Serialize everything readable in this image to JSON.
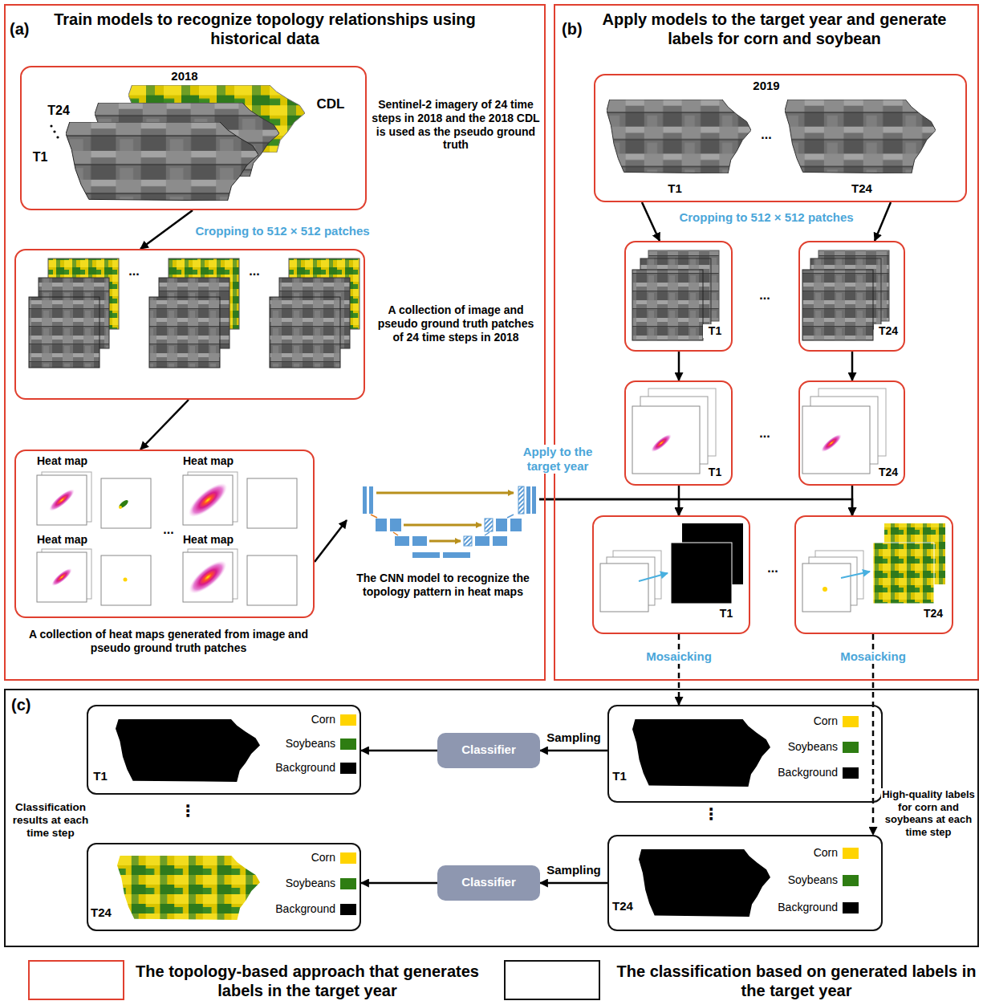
{
  "diagram": {
    "nodes": [
      {
        "text": [
          "(a)",
          "Train models to recognize topology relationships using historical data"
        ]
      },
      {
        "text": [
          "2018",
          "CDL",
          "T24",
          "T1"
        ],
        "in": 0
      },
      {
        "text": [
          "...",
          "..."
        ],
        "in": 0
      },
      {
        "text": [
          "Heat map",
          "Heat map",
          "Heat map",
          "Heat map",
          "..."
        ],
        "in": 0
      },
      {
        "text": [
          "The CNN model to recognize the topology pattern in heat maps"
        ],
        "in": 0
      },
      {
        "text": [
          "(b)",
          "Apply models to the target year and generate labels for corn and soybean"
        ]
      },
      {
        "text": [
          "2019",
          "...",
          "T1",
          "T24"
        ],
        "in": 5
      },
      {
        "text": [
          "T1"
        ],
        "in": 5
      },
      {
        "text": [
          "T24"
        ],
        "in": 5
      },
      {
        "text": [
          "T1"
        ],
        "in": 5
      },
      {
        "text": [
          "T24"
        ],
        "in": 5
      },
      {
        "text": [
          "T1"
        ],
        "in": 5
      },
      {
        "text": [
          "T24"
        ],
        "in": 5
      },
      {
        "text": [
          "(c)"
        ]
      },
      {
        "text": [
          "T1"
        ],
        "in": 13
      },
      {
        "text": [
          "Classifier"
        ],
        "in": 13
      },
      {
        "text": [
          "T1"
        ],
        "in": 13
      },
      {
        "text": [
          "T24"
        ],
        "in": 13
      },
      {
        "text": [
          "Classifier"
        ],
        "in": 13
      },
      {
        "text": [
          "T24"
        ],
        "in": 13
      }
    ],
    "edges": [
      {
        "from": 1,
        "to": 2,
        "arrow": "to"
      },
      {
        "from": 2,
        "to": 3,
        "arrow": "to"
      },
      {
        "from": 3,
        "to": 4,
        "arrow": "to"
      },
      {
        "from": 4,
        "to": 11,
        "arrow": "to",
        "label": "Apply to the target year"
      },
      {
        "from": 4,
        "to": 12,
        "arrow": "to"
      },
      {
        "from": 6,
        "to": 7,
        "arrow": "to"
      },
      {
        "from": 6,
        "to": 8,
        "arrow": "to"
      },
      {
        "from": 7,
        "to": 9,
        "arrow": "to"
      },
      {
        "from": 8,
        "to": 10,
        "arrow": "to"
      },
      {
        "from": 9,
        "to": 11,
        "arrow": "to"
      },
      {
        "from": 10,
        "to": 12,
        "arrow": "to"
      },
      {
        "from": 11,
        "to": 16,
        "arrow": "to",
        "label": "Mosaicking"
      },
      {
        "from": 12,
        "to": 19,
        "arrow": "to",
        "label": "Mosaicking"
      },
      {
        "from": 16,
        "to": 15,
        "arrow": "to",
        "label": "Sampling"
      },
      {
        "from": 15,
        "to": 14,
        "arrow": "to"
      },
      {
        "from": 19,
        "to": 18,
        "arrow": "to",
        "label": "Sampling"
      },
      {
        "from": 18,
        "to": 17,
        "arrow": "to"
      }
    ],
    "labels": [
      "Sentinel-2 imagery of 24 time steps in 2018 and the 2018 CDL is used as the pseudo ground truth",
      "Cropping to 512 × 512 patches",
      "A collection of image and pseudo ground truth patches of 24 time steps in 2018",
      "A collection of heat maps generated from image and pseudo ground truth patches",
      "Cropping to 512 × 512 patches",
      "...",
      "...",
      "...",
      "⋮",
      "⋮",
      "Classification results at each time step",
      "High-quality labels for corn and soybeans at each time step"
    ],
    "legend": [
      {
        "text": "Corn",
        "color": "#ffd400"
      },
      {
        "text": "Soybeans",
        "color": "#2e7d12"
      },
      {
        "text": "Background",
        "color": "#000000"
      },
      {
        "text": "Corn",
        "color": "#ffd400"
      },
      {
        "text": "Soybeans",
        "color": "#2e7d12"
      },
      {
        "text": "Background",
        "color": "#000000"
      },
      {
        "text": "Corn",
        "color": "#ffd400"
      },
      {
        "text": "Soybeans",
        "color": "#2e7d12"
      },
      {
        "text": "Background",
        "color": "#000000"
      },
      {
        "text": "Corn",
        "color": "#ffd400"
      },
      {
        "text": "Soybeans",
        "color": "#2e7d12"
      },
      {
        "text": "Background",
        "color": "#000000"
      },
      {
        "text": "The topology-based approach that generates labels in the target year"
      },
      {
        "text": "The classification based on generated labels in the target year"
      }
    ]
  }
}
